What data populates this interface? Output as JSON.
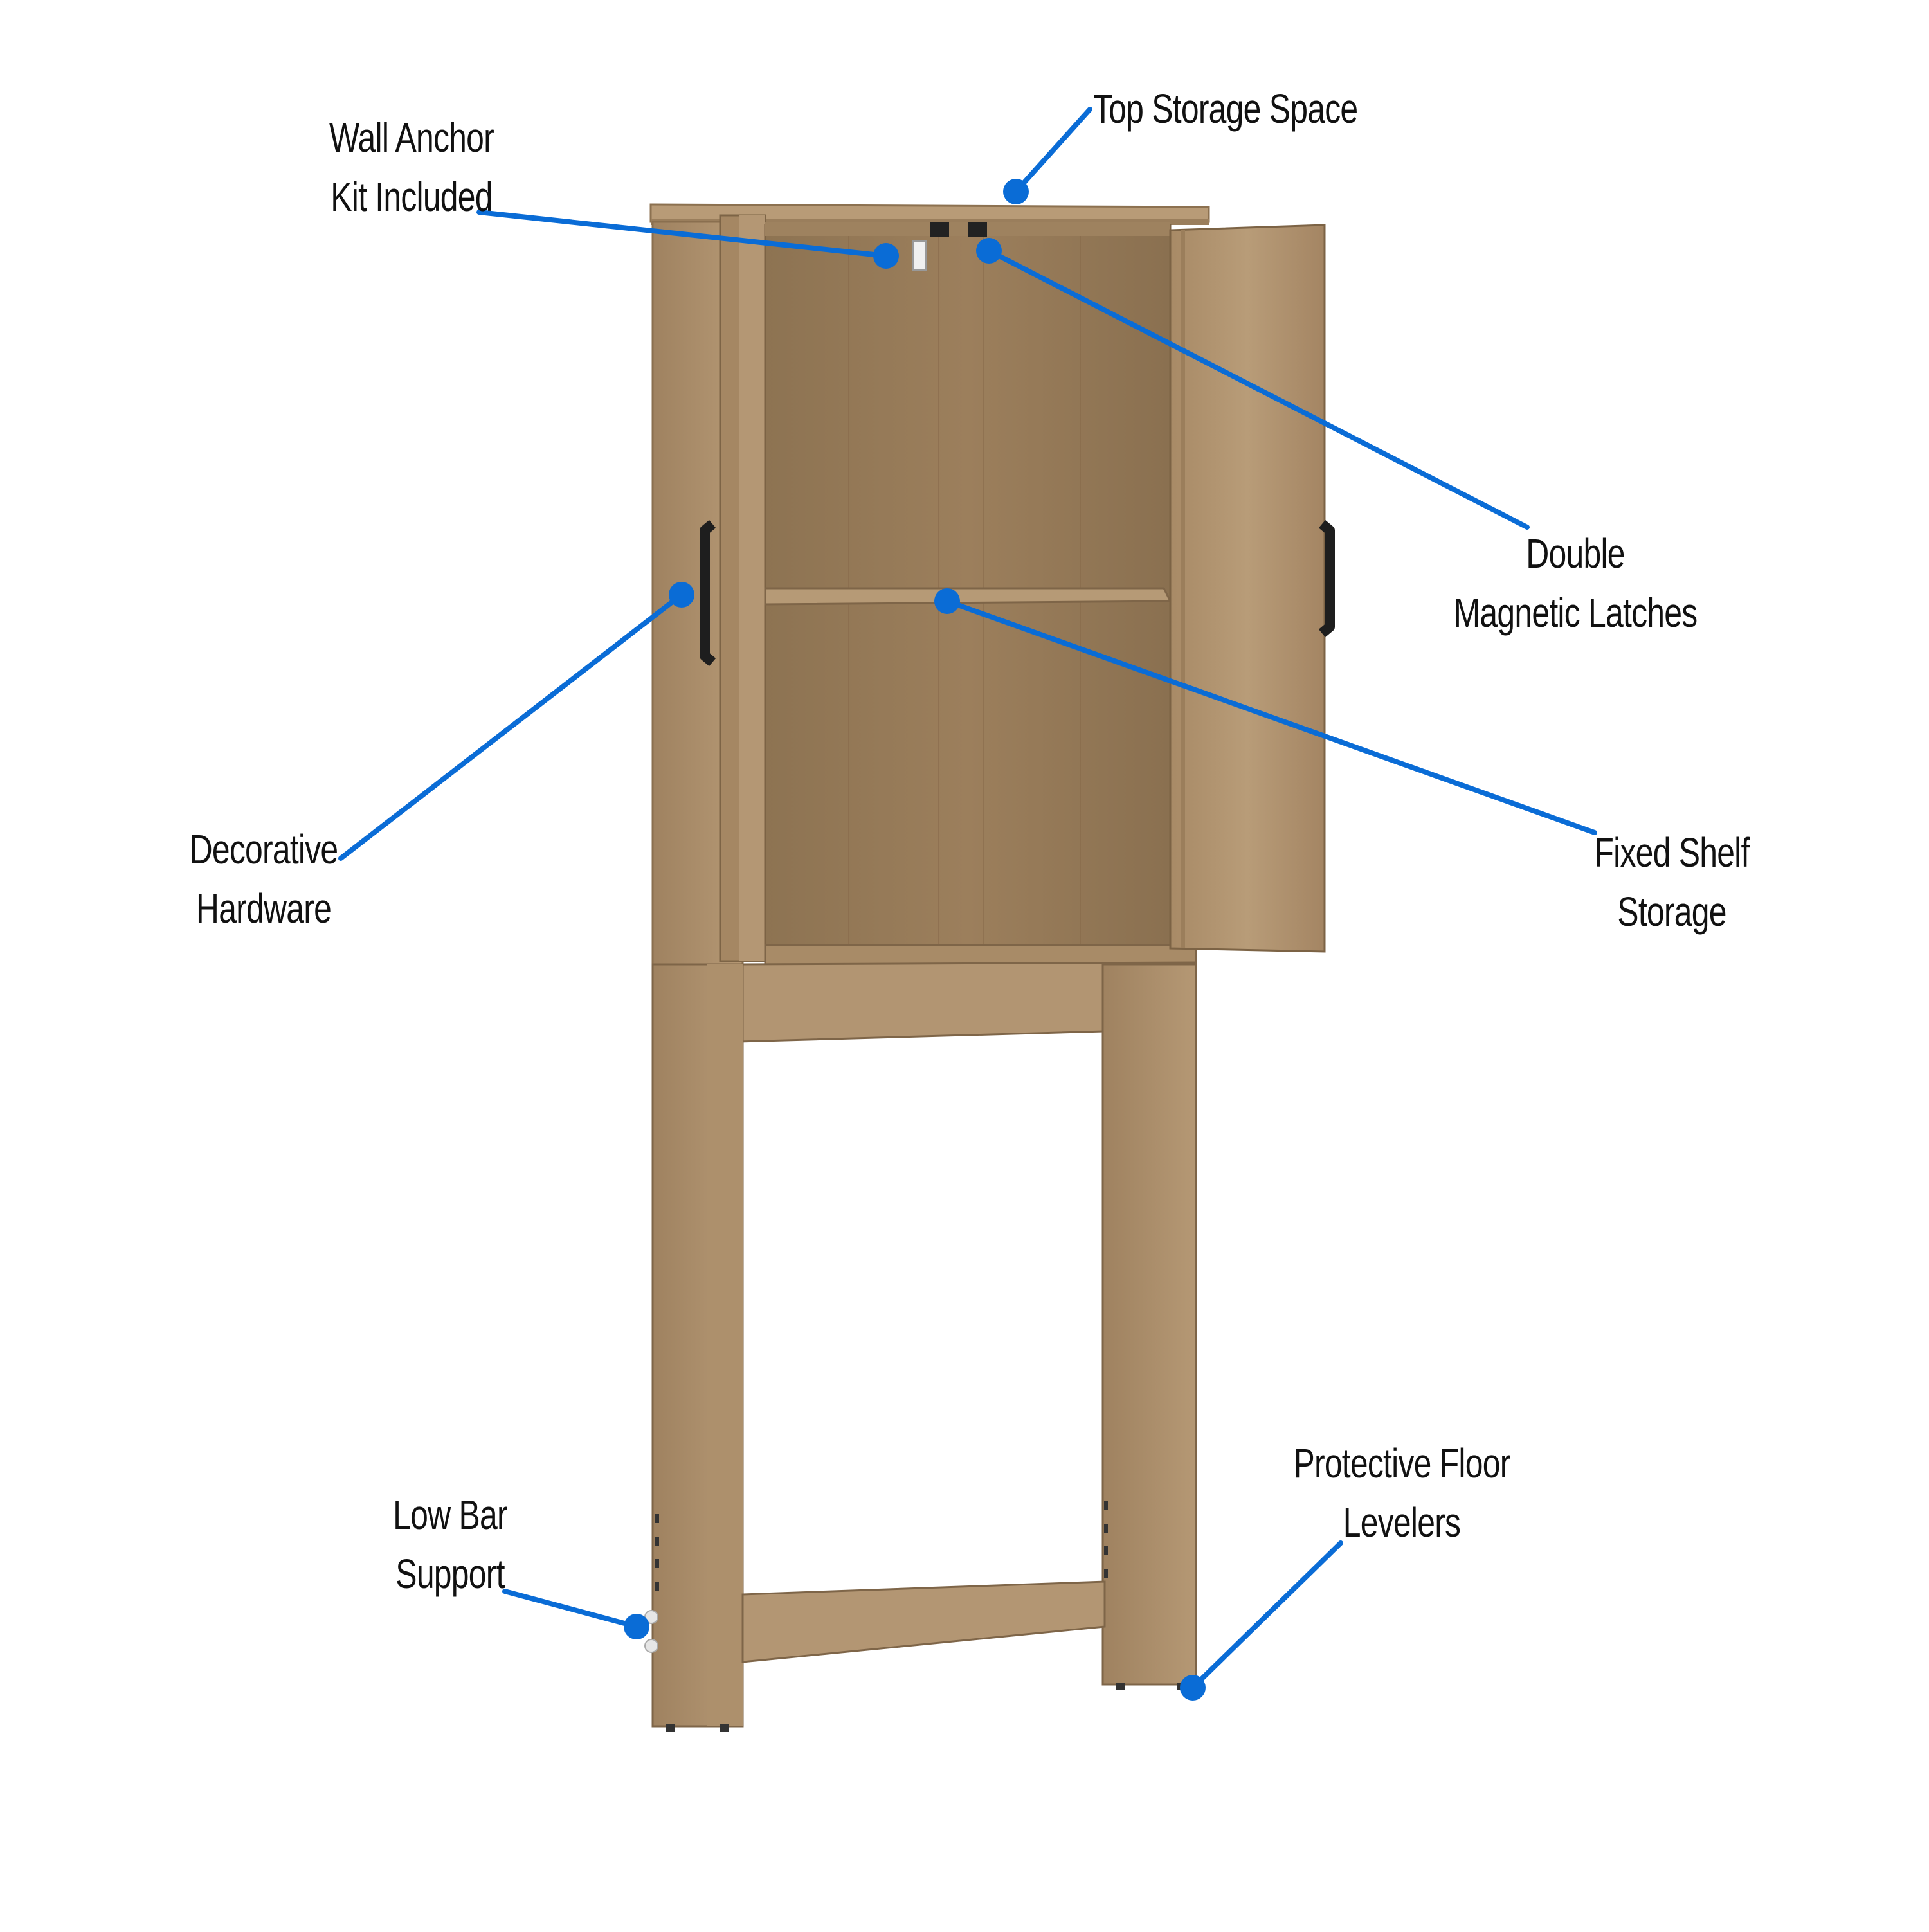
{
  "colors": {
    "callout": "#0a6cd6",
    "wood_light": "#b79b78",
    "wood_mid": "#a88a66",
    "wood_dark": "#8f7553",
    "handle": "#1e1e1e"
  },
  "callouts": [
    {
      "id": "top-storage-space",
      "lines": [
        "Top Storage Space"
      ]
    },
    {
      "id": "wall-anchor-kit",
      "lines": [
        "Wall Anchor",
        "Kit Included"
      ]
    },
    {
      "id": "double-magnetic-latches",
      "lines": [
        "Double",
        "Magnetic Latches"
      ]
    },
    {
      "id": "decorative-hardware",
      "lines": [
        "Decorative",
        "Hardware"
      ]
    },
    {
      "id": "fixed-shelf-storage",
      "lines": [
        "Fixed Shelf",
        "Storage"
      ]
    },
    {
      "id": "protective-floor-levelers",
      "lines": [
        "Protective Floor",
        "Levelers"
      ]
    },
    {
      "id": "low-bar-support",
      "lines": [
        "Low Bar",
        "Support"
      ]
    }
  ]
}
